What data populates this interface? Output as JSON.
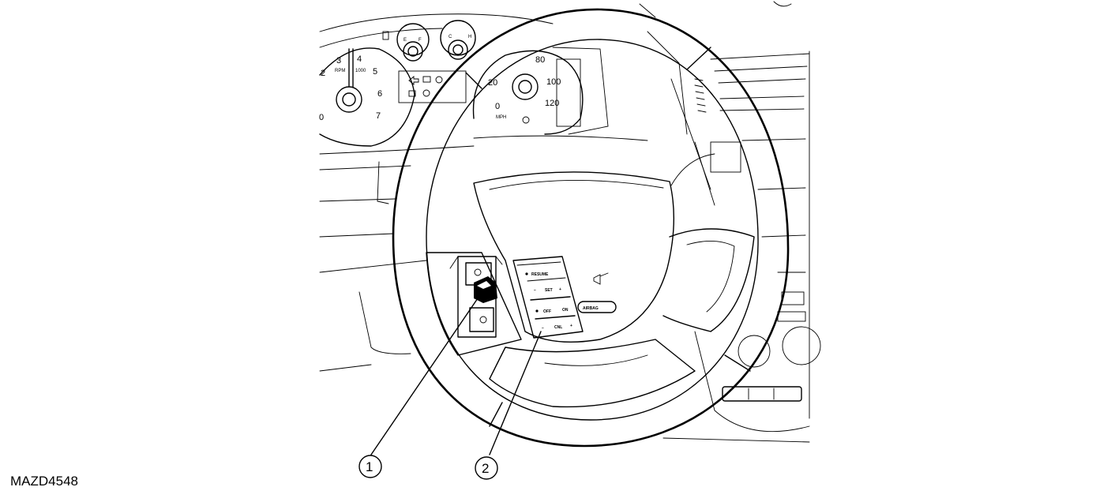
{
  "figure": {
    "id_label": "MAZD4548"
  },
  "callouts": [
    {
      "number": "1",
      "target": "left-steering-wheel-switch"
    },
    {
      "number": "2",
      "target": "speed-control-switch-assembly"
    }
  ],
  "switch_labels": {
    "resume": "RESUME",
    "set": "SET",
    "set_minus": "−",
    "set_plus": "+",
    "off": "OFF",
    "on": "ON",
    "cnl": "CNL",
    "airbag": "AIRBAG"
  },
  "tachometer": {
    "ticks": [
      "0",
      "2",
      "3",
      "4",
      "5",
      "6",
      "7"
    ],
    "unit_top": "RPM",
    "unit_bottom": "1000"
  },
  "speedometer": {
    "ticks": [
      "0",
      "20",
      "80",
      "100",
      "120"
    ],
    "unit": "MPH"
  },
  "gauges": {
    "fuel_left": "E",
    "fuel_right": "F",
    "temp_left": "C",
    "temp_right": "H"
  },
  "icons": [
    "turn-signal-icon",
    "engine-check-icon",
    "headlamp-icon",
    "airbag-warning-icon",
    "seatbelt-icon",
    "fuel-pump-icon"
  ]
}
